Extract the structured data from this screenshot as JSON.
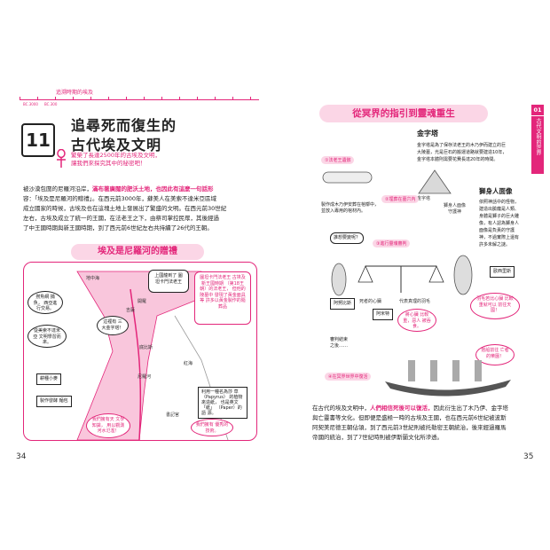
{
  "left_page": {
    "timeline_label": "追溯時期的埃及",
    "timeline_ticks": [
      "BC.3000",
      "BC.300"
    ],
    "chapter_number": "11",
    "title_line1": "追尋死而復生的",
    "title_line2": "古代埃及文明",
    "subtitle_line1": "繁榮了長達2500年的古埃及文明，",
    "subtitle_line2": "讓我們來探究其中的秘密吧！",
    "para_lines": [
      "被沙漠包圍的尼羅河沿岸，",
      "滿布著廣闊的肥沃土地，也因此有這麼一句話形",
      "容：「埃及是尼羅河的贈禮」。在西元前3000年，蘇美人在美索不達米亞區域",
      "成立國家的時候，古埃及也在這塊土地上發展出了繁盛的文明。在西元前30世紀",
      "左右，古埃及成立了統一的王國，在法老王之下，由祭司掌控民眾，其後經過",
      "了中王國時期與新王國時期，到了西元前6世紀左右共持續了26代的王朝。"
    ],
    "map_banner": "埃及是尼羅河的贈禮",
    "map_labels": [
      "地中海",
      "尼羅河",
      "紅海",
      "吉薩",
      "開羅",
      "底比斯"
    ],
    "callouts": [
      "上國龍到了\n圖坦卡門法老王",
      "圖坦卡門法老王\n古埃及新王國時期\n（第18王朝）的法老王，\n但他的陵墓中\n發現了黃金面具等\n許多以黃金製作的隨葬品",
      "撈魚網\n捕魚，\n西亞進行交易。",
      "這裡有\n三大金字塔！",
      "從美索不達米亞\n文明學習而來。",
      "耕種小麥",
      "製作發酵\n麵包",
      "利用一種名為莎\n草（Papyrus）\n的植物來造紙，\n也是英文「紙」\n（Paper）的語\n源。",
      "書記官",
      "我們擁有天\n文學知識，\n用以觀測\n河水氾濫！",
      "我們擁有\n優秀的技術。"
    ],
    "page_number": "34"
  },
  "right_page": {
    "banner": "從冥界的指引到靈魂重生",
    "pyramid_heading": "金字塔",
    "pyramid_text_lines": [
      "金字塔是為了保存法老王的木乃伊而建立的巨",
      "大陵墓，光是巨石的搬運道路就要建造10年，",
      "金字塔本體則需要花費長達20年的時間。"
    ],
    "sphinx_heading": "獅身人面像",
    "sphinx_text_lines": [
      "依照神話中的怪物，",
      "建造出臉龐是人類、",
      "身體是獅子的巨大雕",
      "像，有人認為獅身人",
      "面像是負責的守護",
      "神，不過實際上還有",
      "許多未解之謎。"
    ],
    "mummy_label": "①法老王遺骸",
    "mummy_note": "製作成木乃伊安葬在棺槨中，\n並放入專用的棺材內。",
    "pyramid_label": "金字塔",
    "sphinx_label": "獅身人面像\n守護神",
    "step2": "②埋葬在墓穴內",
    "step3": "③進行靈魂審判",
    "bubble1": "誰想要變呢？",
    "osiris": "歐西里斯",
    "anubis": "阿努比斯",
    "heart": "死者的心臟",
    "feather": "代表真理的羽毛",
    "thoth": "阿米特",
    "compare": "將心臟\n比較重，惡人\n被吞食。",
    "bubble_right": "羽毛若比心臟\n比較重就可以\n前往天國！",
    "judge_end": "審判結束\n之後……",
    "step4": "④在冥界世界中復活",
    "boat_bubble": "搭船前往\n亡者的樂園！",
    "conclusion_lines": [
      "在古代的埃及文明中，",
      "人們相信死後可以復活，",
      "因此衍生出了木乃伊、金字塔",
      "與亡靈書等文化。但即便是盛極一時的古埃及王國，也在西元前6世紀被波斯",
      "阿契美尼德王朝佔領，到了西元前3世紀則被托勒密王朝統治，後來經過羅馬",
      "帝國的統治，到了7世紀時則被伊斯蘭文化所滲透。"
    ],
    "tab_number": "01",
    "tab_text": "古代文明的世界",
    "page_number": "35"
  },
  "colors": {
    "accent": "#e3267a",
    "accent_light": "#fbd6e6"
  }
}
